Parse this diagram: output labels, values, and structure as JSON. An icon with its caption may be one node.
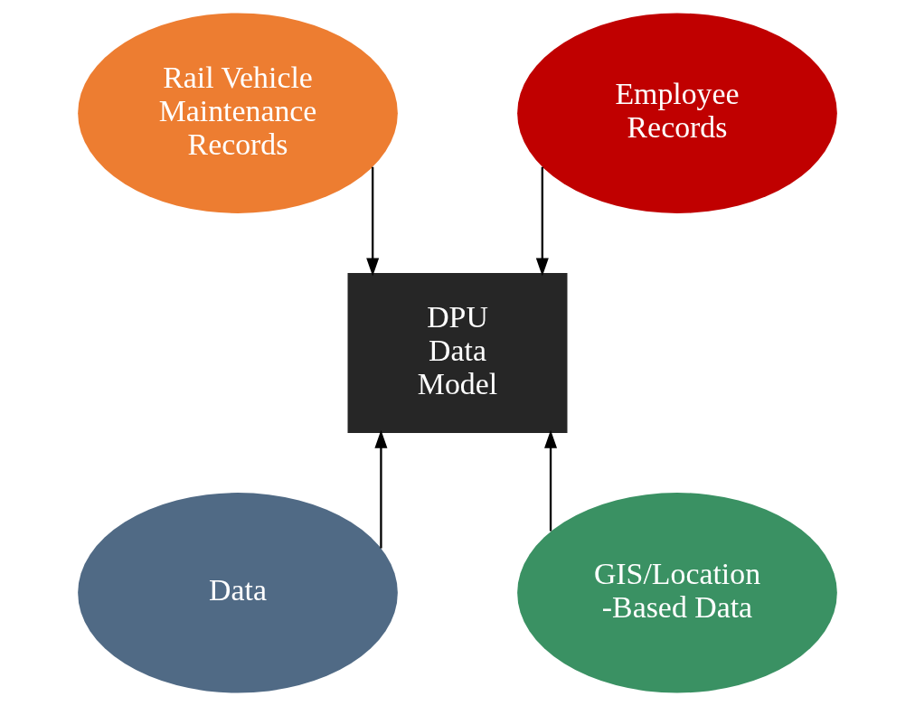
{
  "diagram": {
    "nodes": [
      {
        "text": [
          "Rail Vehicle Maintenance Records"
        ]
      },
      {
        "text": [
          "Employee Records"
        ]
      },
      {
        "text": [
          "DPU Data Model"
        ]
      },
      {
        "text": [
          "Data"
        ]
      },
      {
        "text": [
          "GIS/Location -Based Data"
        ]
      }
    ],
    "edges": [
      {
        "from": 0,
        "to": 2,
        "arrow": "to"
      },
      {
        "from": 1,
        "to": 2,
        "arrow": "to"
      },
      {
        "from": 3,
        "to": 2,
        "arrow": "to"
      },
      {
        "from": 4,
        "to": 2,
        "arrow": "to"
      }
    ]
  }
}
